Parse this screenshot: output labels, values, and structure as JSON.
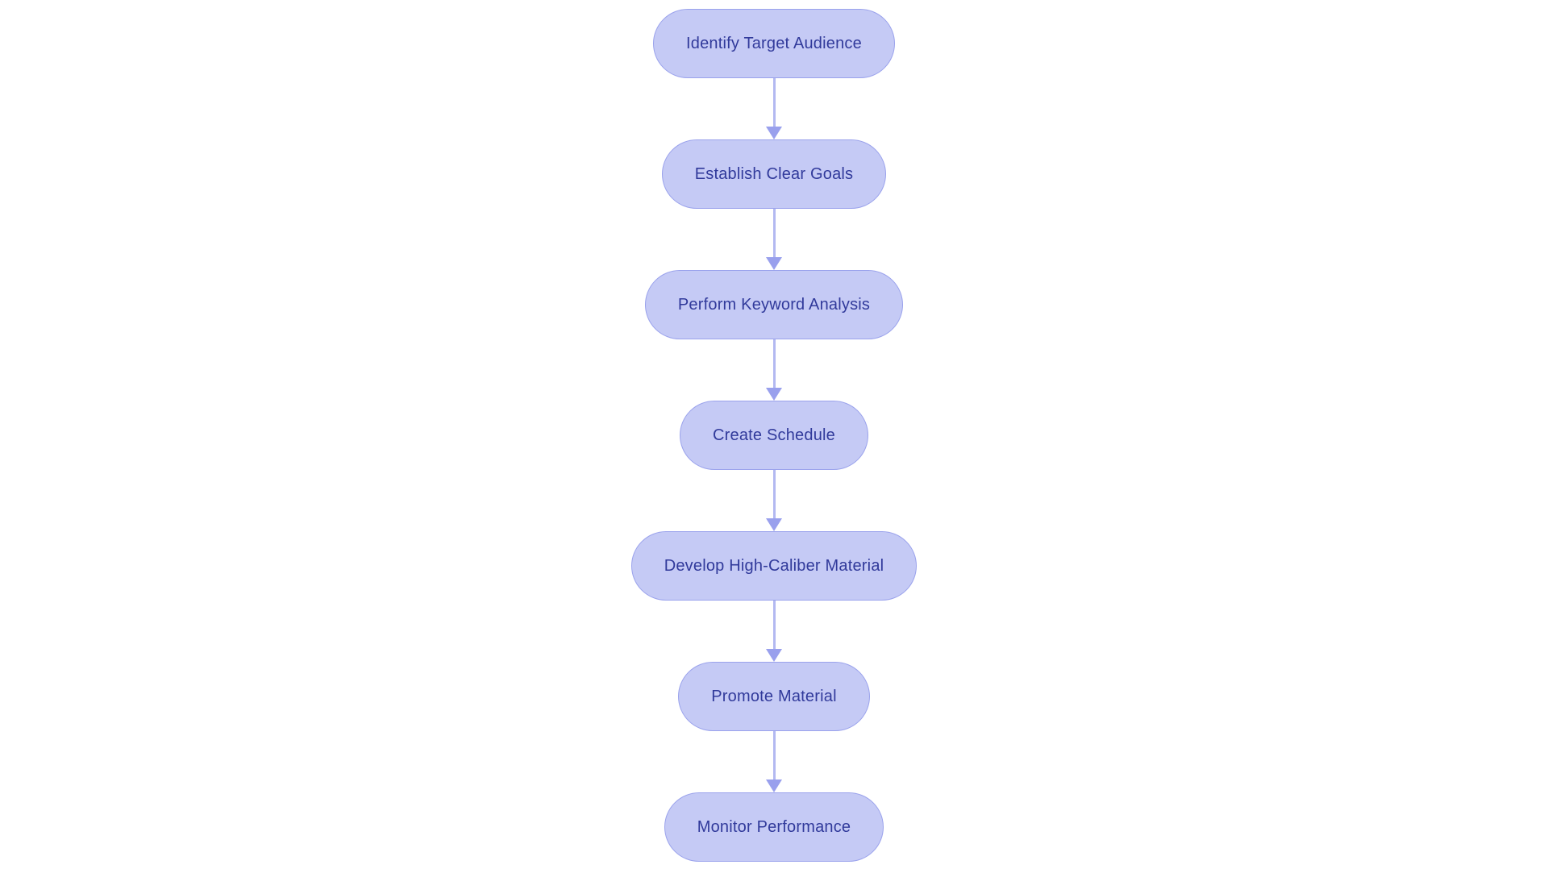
{
  "flowchart": {
    "type": "flowchart",
    "direction": "top-down",
    "nodes": [
      {
        "id": "n1",
        "label": "Identify Target Audience"
      },
      {
        "id": "n2",
        "label": "Establish Clear Goals"
      },
      {
        "id": "n3",
        "label": "Perform Keyword Analysis"
      },
      {
        "id": "n4",
        "label": "Create Schedule"
      },
      {
        "id": "n5",
        "label": "Develop High-Caliber Material"
      },
      {
        "id": "n6",
        "label": "Promote Material"
      },
      {
        "id": "n7",
        "label": "Monitor Performance"
      }
    ],
    "edges": [
      {
        "from": "n1",
        "to": "n2"
      },
      {
        "from": "n2",
        "to": "n3"
      },
      {
        "from": "n3",
        "to": "n4"
      },
      {
        "from": "n4",
        "to": "n5"
      },
      {
        "from": "n5",
        "to": "n6"
      },
      {
        "from": "n6",
        "to": "n7"
      }
    ],
    "colors": {
      "background": "#ffffff",
      "node_fill": "#c5caf5",
      "node_border": "#9aa2ec",
      "node_text": "#313a9b",
      "arrow_line": "#b3b9f1",
      "arrow_head": "#99a0ed"
    }
  }
}
